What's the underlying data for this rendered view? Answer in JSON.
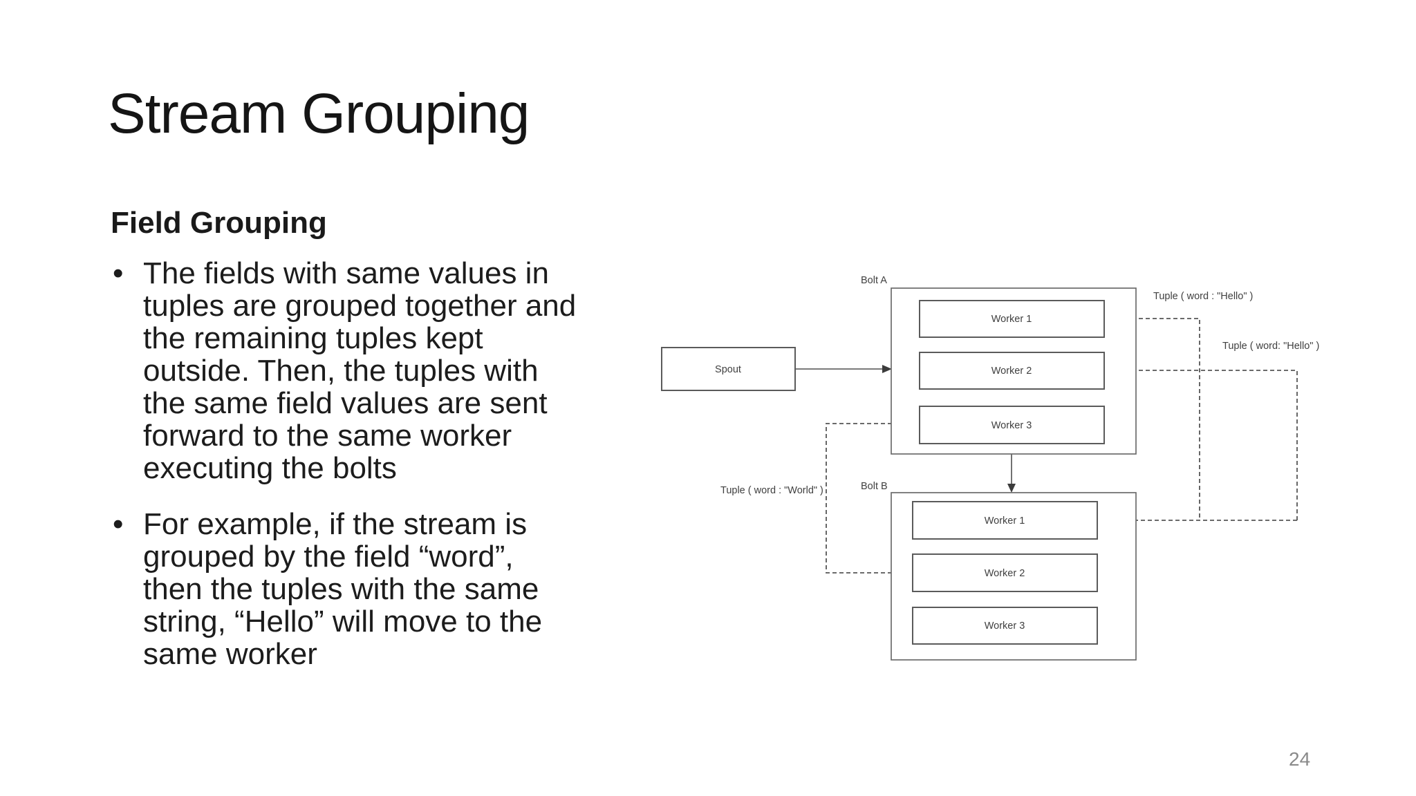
{
  "slide": {
    "title": "Stream Grouping",
    "heading": "Field Grouping",
    "bullet_char": "•",
    "bullets": [
      {
        "lines": [
          "The fields with same values in",
          "tuples are grouped together and",
          "the remaining tuples kept",
          "outside. Then, the tuples with",
          "the same field values are sent",
          "forward to the same worker",
          "executing the bolts"
        ]
      },
      {
        "lines": [
          "For example, if the stream is",
          "grouped by the field “word”,",
          "then the tuples with the same",
          "string, “Hello” will move to the",
          "same worker"
        ]
      }
    ],
    "page_number": "24"
  },
  "diagram": {
    "spout_label": "Spout",
    "bolt_a_label": "Bolt A",
    "bolt_b_label": "Bolt B",
    "bolt_a_workers": [
      "Worker 1",
      "Worker 2",
      "Worker 3"
    ],
    "bolt_b_workers": [
      "Worker 1",
      "Worker 2",
      "Worker 3"
    ],
    "tuple_hello_top": "Tuple ( word : \"Hello\" )",
    "tuple_hello_right": "Tuple ( word: \"Hello\" )",
    "tuple_world": "Tuple ( word : \"World\" )",
    "colors": {
      "line": "#555555",
      "box_border": "#5a5a5a",
      "label_text": "#3f3f3f"
    }
  }
}
